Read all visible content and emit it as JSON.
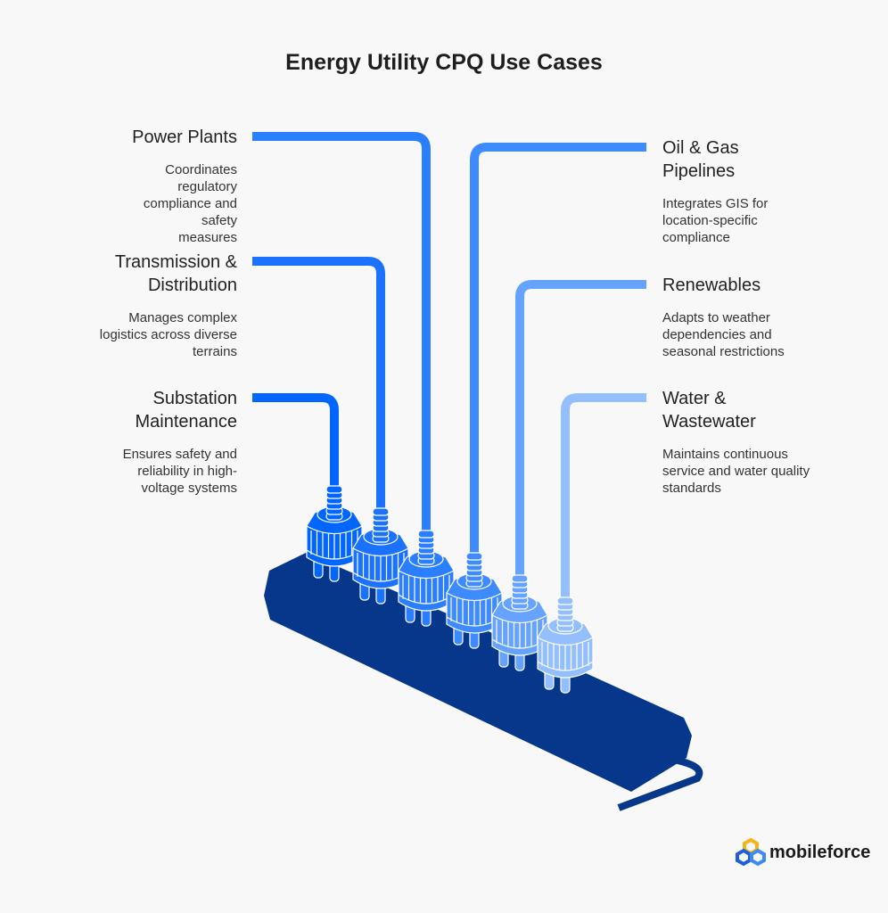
{
  "title": "Energy Utility CPQ Use Cases",
  "items": [
    {
      "title": "Power Plants",
      "desc": "Coordinates regulatory compliance and safety measures",
      "color": "#2b7fff"
    },
    {
      "title": "Transmission & Distribution",
      "desc": "Manages complex logistics across diverse terrains",
      "color": "#1a72ff"
    },
    {
      "title": "Substation Maintenance",
      "desc": "Ensures safety and reliability in high-voltage systems",
      "color": "#0066ff"
    },
    {
      "title": "Oil & Gas Pipelines",
      "desc": "Integrates GIS for location-specific compliance",
      "color": "#3d8bff"
    },
    {
      "title": "Renewables",
      "desc": "Adapts to weather dependencies and seasonal restrictions",
      "color": "#66a3ff"
    },
    {
      "title": "Water & Wastewater",
      "desc": "Maintains continuous service and water quality standards",
      "color": "#94bfff"
    }
  ],
  "strip_color": "#06378a",
  "logo": {
    "text": "mobileforce"
  }
}
